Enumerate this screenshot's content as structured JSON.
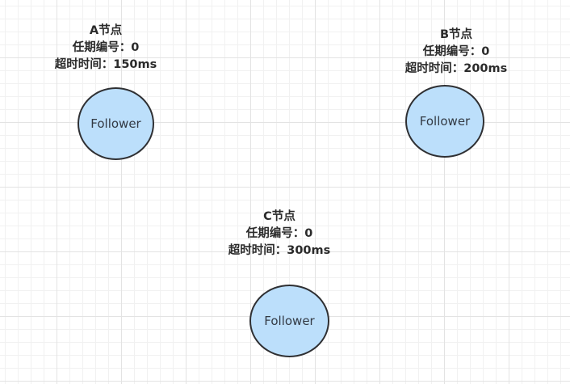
{
  "nodes": [
    {
      "title": "A节点",
      "term": "任期编号：0",
      "timeout": "超时时间：150ms",
      "state": "Follower"
    },
    {
      "title": "B节点",
      "term": "任期编号：0",
      "timeout": "超时时间：200ms",
      "state": "Follower"
    },
    {
      "title": "C节点",
      "term": "任期编号：0",
      "timeout": "超时时间：300ms",
      "state": "Follower"
    }
  ],
  "colors": {
    "node_fill": "#bcdffb",
    "node_stroke": "#2f3033",
    "grid": "#e3e3e3"
  }
}
